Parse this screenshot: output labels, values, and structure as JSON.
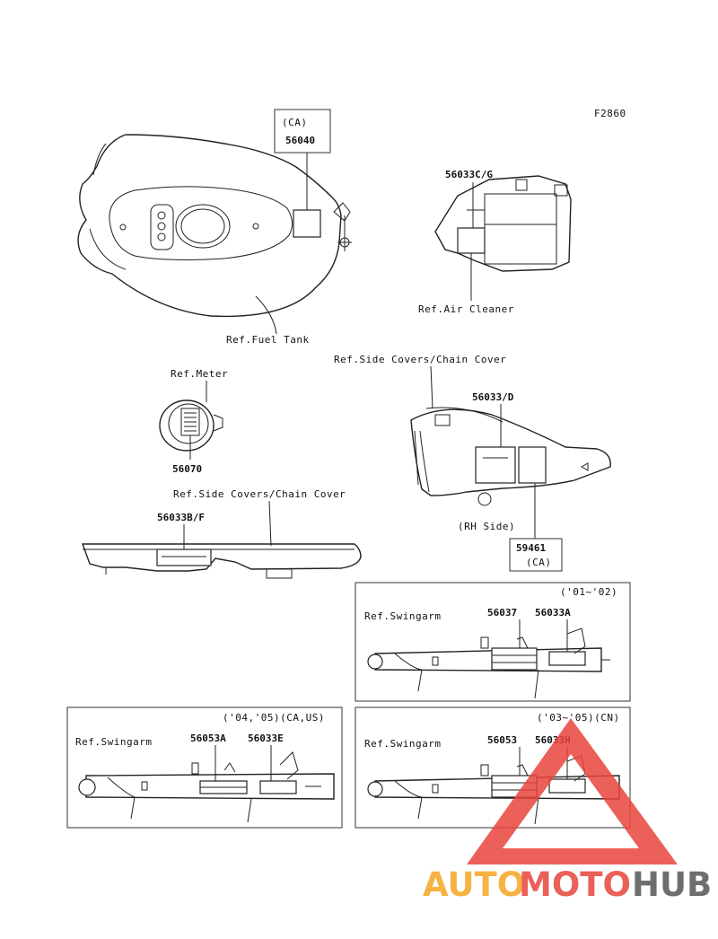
{
  "figure_code": "F2860",
  "fuel_tank": {
    "variant": "(CA)",
    "part": "56040",
    "ref": "Ref.Fuel Tank"
  },
  "air_cleaner": {
    "part": "56033C/G",
    "ref": "Ref.Air Cleaner"
  },
  "meter": {
    "ref": "Ref.Meter",
    "part": "56070"
  },
  "side_cover_rh": {
    "ref": "Ref.Side Covers/Chain Cover",
    "part": "56033/D",
    "side": "(RH Side)",
    "part2": "59461",
    "variant": "(CA)"
  },
  "chain_cover": {
    "ref": "Ref.Side Covers/Chain Cover",
    "part": "56033B/F"
  },
  "swingarm_01_02": {
    "years": "('01~'02)",
    "ref": "Ref.Swingarm",
    "part1": "56037",
    "part2": "56033A"
  },
  "swingarm_04_05": {
    "years": "('04,'05)(CA,US)",
    "ref": "Ref.Swingarm",
    "part1": "56053A",
    "part2": "56033E"
  },
  "swingarm_03_05": {
    "years": "('03~'05)(CN)",
    "ref": "Ref.Swingarm",
    "part1": "56053",
    "part2": "56033H"
  },
  "watermark": {
    "part1": "AUTO",
    "part2": "MOTO",
    "part3": "HUB",
    "color_orange": "#f5a623",
    "color_red": "#e8453c",
    "color_gray": "#555555"
  }
}
